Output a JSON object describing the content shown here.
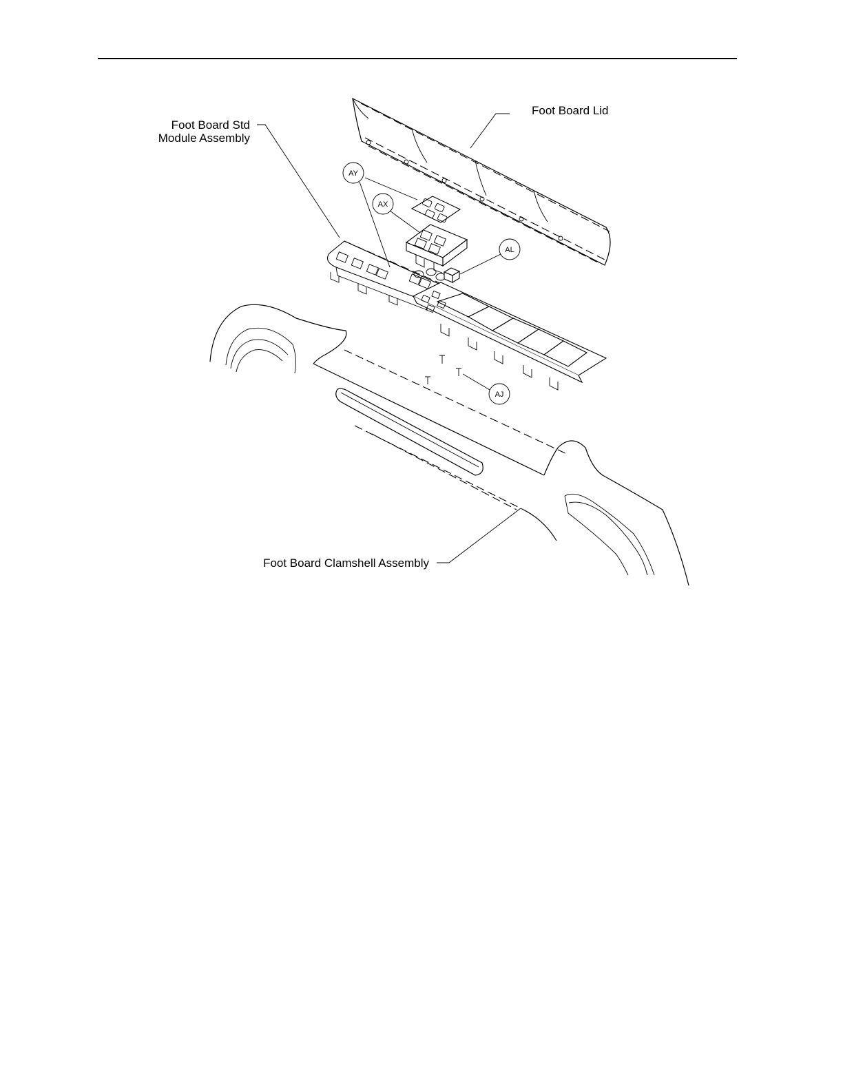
{
  "labels": {
    "foot_board_lid": "Foot Board Lid",
    "std_module_line1": "Foot Board Std",
    "std_module_line2": "Module Assembly",
    "clamshell": "Foot Board Clamshell Assembly"
  },
  "callouts": {
    "ay": "AY",
    "ax": "AX",
    "al": "AL",
    "aj": "AJ"
  }
}
